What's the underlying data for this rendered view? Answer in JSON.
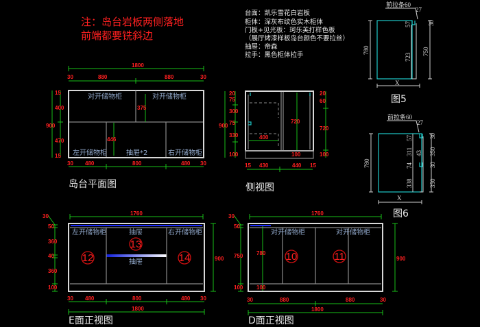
{
  "note": [
    "注：岛台岩板两侧落地",
    "前端都要铣斜边"
  ],
  "specs": [
    "台面：凯乐雪花白岩板",
    "柜体：深灰布纹色实木柜体",
    "门板+见光板：珂乐芙打样色板",
    "（展厅烤漆样板岛台颜色不要拉丝）",
    "抽屉：帝森",
    "拉手：黑色柜体拉手"
  ],
  "plan": {
    "title": "岛台平面图",
    "top_total": "1800",
    "top_parts": [
      "30",
      "880",
      "880",
      "30"
    ],
    "bottom_parts": [
      "30",
      "480",
      "800",
      "480",
      "30"
    ],
    "left_parts": [
      "15",
      "400",
      "470",
      "15"
    ],
    "left_total": "900",
    "inner_dims": [
      "375",
      "446"
    ],
    "labels": [
      "对开储物柜",
      "对开储物柜",
      "左开储物柜",
      "抽屉*2",
      "右开储物柜"
    ]
  },
  "side": {
    "title": "侧视图",
    "left_parts": [
      "20",
      "75",
      "300",
      "75",
      "330",
      "100"
    ],
    "left_total": "900",
    "right_parts": [
      "20",
      "60",
      "720",
      "100"
    ],
    "bottom_parts": [
      "15",
      "430",
      "440",
      "15"
    ],
    "inner": [
      "400",
      "720",
      "100"
    ]
  },
  "fig5": {
    "title": "图5",
    "callout": "前拉条60",
    "dims": [
      "780",
      "723",
      "750",
      "57",
      "27",
      "30",
      "X"
    ]
  },
  "fig6": {
    "title": "图6",
    "callout": "前拉条60",
    "dims": [
      "780",
      "57",
      "311",
      "74",
      "338",
      "43",
      "27",
      "30",
      "350",
      "30",
      "350",
      "X"
    ]
  },
  "e_view": {
    "title": "E面正视图",
    "top_total": "1760",
    "left_parts": [
      "30",
      "50",
      "360",
      "40",
      "360",
      "100"
    ],
    "right_total": "900",
    "bottom_parts": [
      "30",
      "480",
      "800",
      "480",
      "30"
    ],
    "bottom_total": "1800",
    "labels": [
      "左开储物柜",
      "抽屉",
      "抽屉",
      "右开储物柜"
    ],
    "numbers": [
      "12",
      "13",
      "14"
    ]
  },
  "d_view": {
    "title": "D面正视图",
    "top_total": "1760",
    "left_parts": [
      "30",
      "50",
      "750",
      "100"
    ],
    "inner": [
      "780",
      "100"
    ],
    "right_total": "900",
    "bottom_parts": [
      "30",
      "880",
      "880",
      "30"
    ],
    "bottom_total": "1800",
    "labels": [
      "对开储物柜",
      "对开储物柜"
    ],
    "numbers": [
      "10",
      "11"
    ]
  }
}
